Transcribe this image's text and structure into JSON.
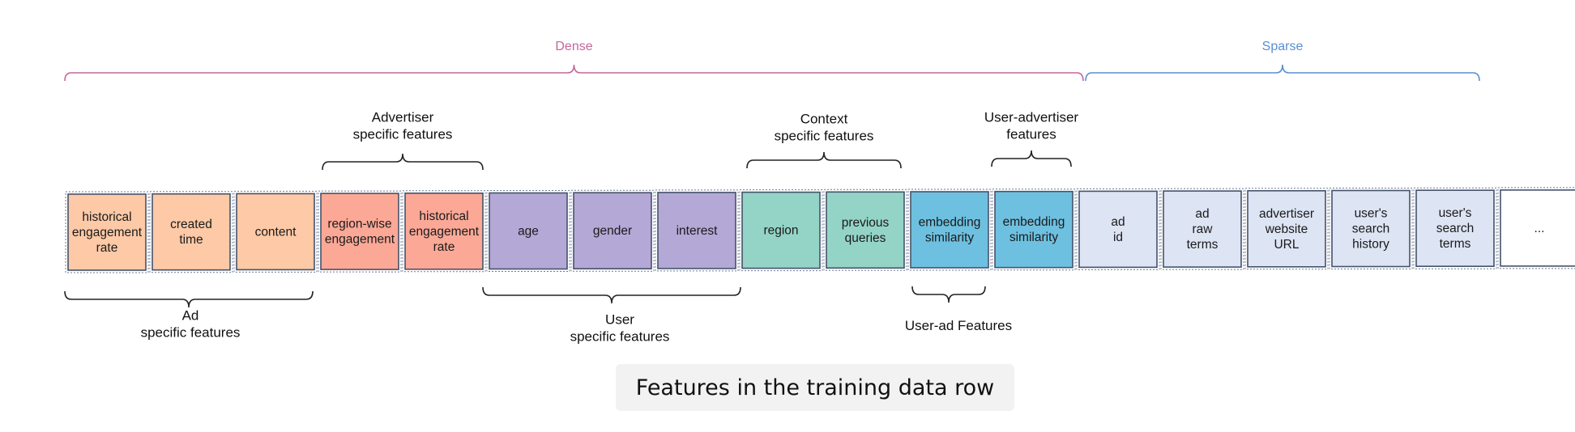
{
  "top_groups": [
    {
      "label": "Dense",
      "color": "#c4669a"
    },
    {
      "label": "Sparse",
      "color": "#5b8fd0"
    }
  ],
  "cells": [
    {
      "lines": [
        "historical",
        "engagement",
        "rate"
      ],
      "fill": "#fdc9a6"
    },
    {
      "lines": [
        "created",
        "time"
      ],
      "fill": "#fdc9a6"
    },
    {
      "lines": [
        "content"
      ],
      "fill": "#fdc9a6"
    },
    {
      "lines": [
        "region-wise",
        "engagement"
      ],
      "fill": "#fba897"
    },
    {
      "lines": [
        "historical",
        "engagement",
        "rate"
      ],
      "fill": "#fba897"
    },
    {
      "lines": [
        "age"
      ],
      "fill": "#b4a8d6"
    },
    {
      "lines": [
        "gender"
      ],
      "fill": "#b4a8d6"
    },
    {
      "lines": [
        "interest"
      ],
      "fill": "#b4a8d6"
    },
    {
      "lines": [
        "region"
      ],
      "fill": "#94d4c7"
    },
    {
      "lines": [
        "previous",
        "queries"
      ],
      "fill": "#94d4c7"
    },
    {
      "lines": [
        "embedding",
        "similarity"
      ],
      "fill": "#6ec0e0"
    },
    {
      "lines": [
        "embedding",
        "similarity"
      ],
      "fill": "#6ec0e0"
    },
    {
      "lines": [
        "ad",
        "id"
      ],
      "fill": "#dde4f4"
    },
    {
      "lines": [
        "ad",
        "raw",
        "terms"
      ],
      "fill": "#dde4f4"
    },
    {
      "lines": [
        "advertiser",
        "website",
        "URL"
      ],
      "fill": "#dde4f4"
    },
    {
      "lines": [
        "user's",
        "search",
        "history"
      ],
      "fill": "#dde4f4"
    },
    {
      "lines": [
        "user's",
        "search",
        "terms"
      ],
      "fill": "#dde4f4"
    },
    {
      "lines": [
        "..."
      ],
      "fill": "#ffffff"
    }
  ],
  "group_labels": {
    "advertiser": [
      "Advertiser",
      "specific features"
    ],
    "context": [
      "Context",
      "specific features"
    ],
    "user_advertiser": [
      "User-advertiser",
      "features"
    ],
    "ad": [
      "Ad",
      "specific features"
    ],
    "user": [
      "User",
      "specific features"
    ],
    "user_ad": [
      "User-ad Features"
    ]
  },
  "caption": "Features in the training data row"
}
